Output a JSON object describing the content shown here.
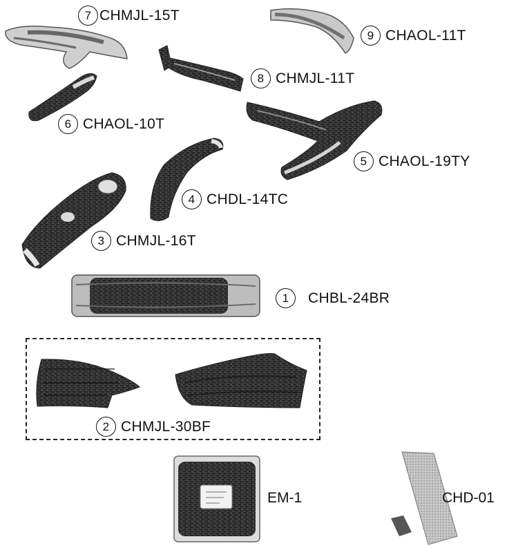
{
  "parts": [
    {
      "callout": "7",
      "code": "CHMJL-15T"
    },
    {
      "callout": "9",
      "code": "CHAOL-11T"
    },
    {
      "callout": "8",
      "code": "CHMJL-11T"
    },
    {
      "callout": "6",
      "code": "CHAOL-10T"
    },
    {
      "callout": "5",
      "code": "CHAOL-19TY"
    },
    {
      "callout": "4",
      "code": "CHDL-14TC"
    },
    {
      "callout": "3",
      "code": "CHMJL-16T"
    },
    {
      "callout": "1",
      "code": "CHBL-24BR"
    },
    {
      "callout": "2",
      "code": "CHMJL-30BF"
    }
  ],
  "accessories": [
    {
      "code": "EM-1",
      "icon": "ember-bag-icon"
    },
    {
      "code": "CHD-01",
      "icon": "mesh-screen-icon"
    }
  ],
  "colors": {
    "bark": "#3a3a3a",
    "bark_dark": "#1f1f1f",
    "wood_light": "#c9c9c9",
    "mesh": "#bdbdbd"
  }
}
